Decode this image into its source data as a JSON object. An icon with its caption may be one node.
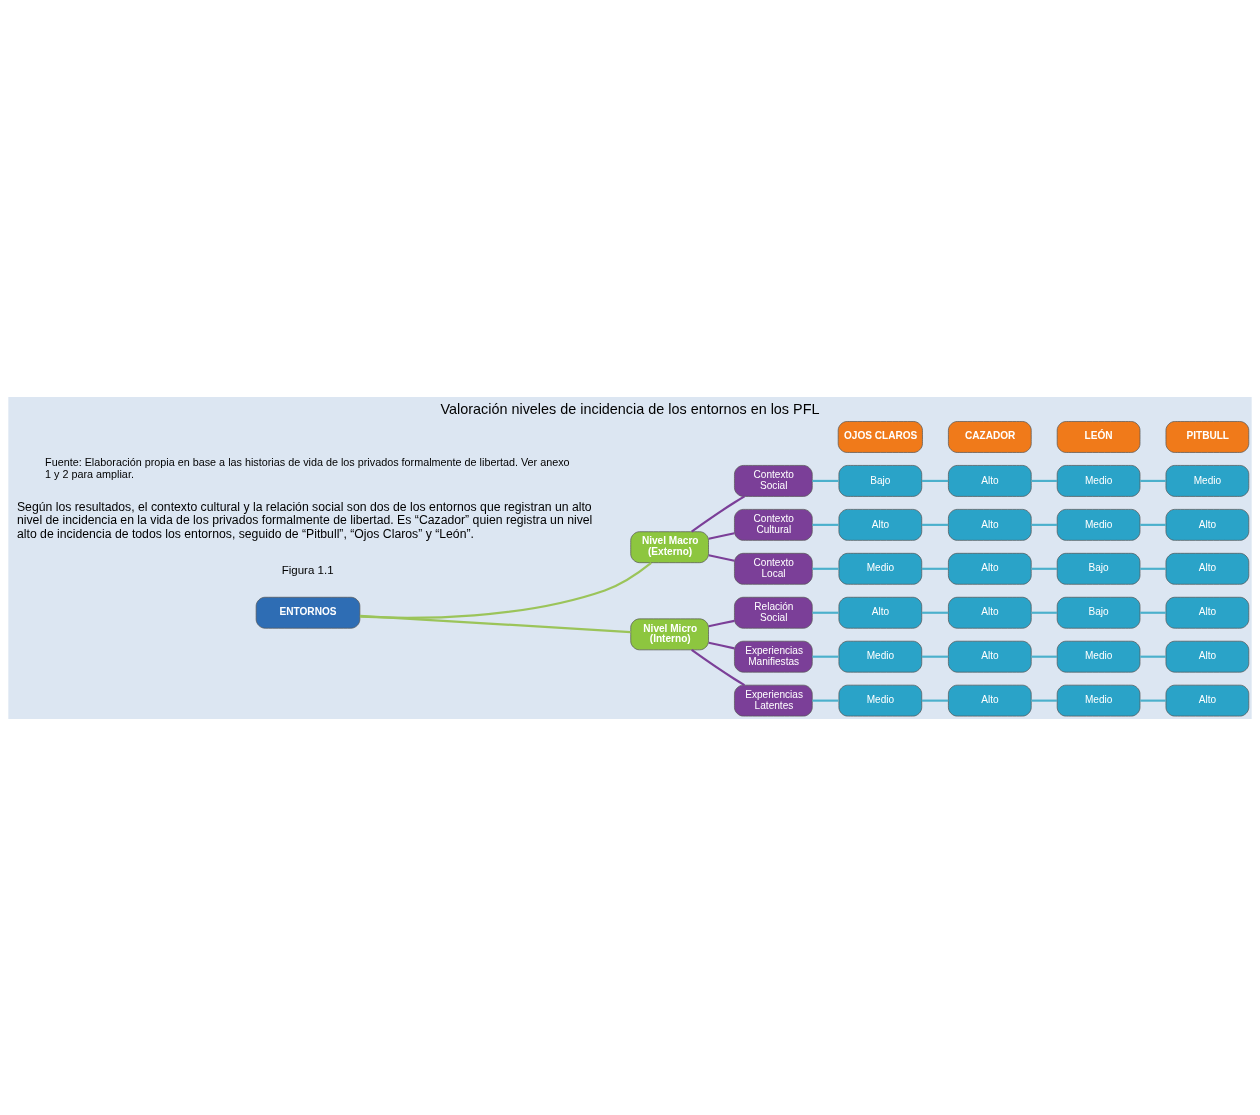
{
  "diagram": {
    "title": "Valoración niveles de incidencia de los entornos en los PFL",
    "nodes": [
      {
        "text": [
          "ENTORNOS"
        ]
      },
      {
        "text": [
          "Nivel Macro (Externo)"
        ]
      },
      {
        "text": [
          "Nivel Micro (Interno)"
        ]
      },
      {
        "text": [
          "Contexto Social"
        ]
      },
      {
        "text": [
          "Contexto Cultural"
        ]
      },
      {
        "text": [
          "Contexto Local"
        ]
      },
      {
        "text": [
          "Relación Social"
        ]
      },
      {
        "text": [
          "Experiencias Manifiestas"
        ]
      },
      {
        "text": [
          "Experiencias Latentes"
        ]
      },
      {
        "text": [
          "OJOS CLAROS"
        ]
      },
      {
        "text": [
          "CAZADOR"
        ]
      },
      {
        "text": [
          "LEÓN"
        ]
      },
      {
        "text": [
          "PITBULL"
        ]
      },
      {
        "text": [
          "Bajo"
        ]
      },
      {
        "text": [
          "Alto"
        ]
      },
      {
        "text": [
          "Medio"
        ]
      },
      {
        "text": [
          "Alto"
        ]
      },
      {
        "text": [
          "Medio"
        ]
      },
      {
        "text": [
          "Medio"
        ]
      },
      {
        "text": [
          "Alto"
        ]
      },
      {
        "text": [
          "Alto"
        ]
      },
      {
        "text": [
          "Alto"
        ]
      },
      {
        "text": [
          "Alto"
        ]
      },
      {
        "text": [
          "Alto"
        ]
      },
      {
        "text": [
          "Alto"
        ]
      },
      {
        "text": [
          "Medio"
        ]
      },
      {
        "text": [
          "Medio"
        ]
      },
      {
        "text": [
          "Bajo"
        ]
      },
      {
        "text": [
          "Bajo"
        ]
      },
      {
        "text": [
          "Medio"
        ]
      },
      {
        "text": [
          "Medio"
        ]
      },
      {
        "text": [
          "Medio"
        ]
      },
      {
        "text": [
          "Alto"
        ]
      },
      {
        "text": [
          "Alto"
        ]
      },
      {
        "text": [
          "Alto"
        ]
      },
      {
        "text": [
          "Alto"
        ]
      },
      {
        "text": [
          "Alto"
        ]
      }
    ],
    "edges": [
      {
        "from": 0,
        "to": 1,
        "arrow": "none",
        "color": "#9bc45a"
      },
      {
        "from": 0,
        "to": 2,
        "arrow": "none",
        "color": "#9bc45a"
      },
      {
        "from": 1,
        "to": 3,
        "arrow": "none",
        "color": "#7b3f98"
      },
      {
        "from": 1,
        "to": 4,
        "arrow": "none",
        "color": "#7b3f98"
      },
      {
        "from": 1,
        "to": 5,
        "arrow": "none",
        "color": "#7b3f98"
      },
      {
        "from": 2,
        "to": 6,
        "arrow": "none",
        "color": "#7b3f98"
      },
      {
        "from": 2,
        "to": 7,
        "arrow": "none",
        "color": "#7b3f98"
      },
      {
        "from": 2,
        "to": 8,
        "arrow": "none",
        "color": "#7b3f98"
      },
      {
        "from": 3,
        "to": 13,
        "arrow": "none"
      },
      {
        "from": 13,
        "to": 19,
        "arrow": "none"
      },
      {
        "from": 19,
        "to": 25,
        "arrow": "none"
      },
      {
        "from": 25,
        "to": 31,
        "arrow": "none"
      },
      {
        "from": 4,
        "to": 14,
        "arrow": "none"
      },
      {
        "from": 14,
        "to": 20,
        "arrow": "none"
      },
      {
        "from": 20,
        "to": 26,
        "arrow": "none"
      },
      {
        "from": 26,
        "to": 32,
        "arrow": "none"
      },
      {
        "from": 5,
        "to": 15,
        "arrow": "none"
      },
      {
        "from": 15,
        "to": 21,
        "arrow": "none"
      },
      {
        "from": 21,
        "to": 27,
        "arrow": "none"
      },
      {
        "from": 27,
        "to": 33,
        "arrow": "none"
      },
      {
        "from": 6,
        "to": 16,
        "arrow": "none"
      },
      {
        "from": 16,
        "to": 22,
        "arrow": "none"
      },
      {
        "from": 22,
        "to": 28,
        "arrow": "none"
      },
      {
        "from": 28,
        "to": 34,
        "arrow": "none"
      },
      {
        "from": 7,
        "to": 17,
        "arrow": "none"
      },
      {
        "from": 17,
        "to": 23,
        "arrow": "none"
      },
      {
        "from": 23,
        "to": 29,
        "arrow": "none"
      },
      {
        "from": 29,
        "to": 35,
        "arrow": "none"
      },
      {
        "from": 8,
        "to": 18,
        "arrow": "none"
      },
      {
        "from": 18,
        "to": 24,
        "arrow": "none"
      },
      {
        "from": 24,
        "to": 30,
        "arrow": "none"
      },
      {
        "from": 30,
        "to": 36,
        "arrow": "none"
      }
    ],
    "labels": [
      "Figura 1.1",
      "Según los resultados, el contexto cultural y la relación social son dos de los entornos que registran un alto nivel de incidencia en la vida de los privados formalmente de libertad. Es “Cazador” quien registra un nivel alto de incidencia de todos los entornos, seguido de “Pitbull”, “Ojos Claros” y “León”.",
      "Fuente: Elaboración propia en base a las historias de vida de los privados formalmente de libertad. Ver anexo 1 y 2 para ampliar."
    ]
  }
}
